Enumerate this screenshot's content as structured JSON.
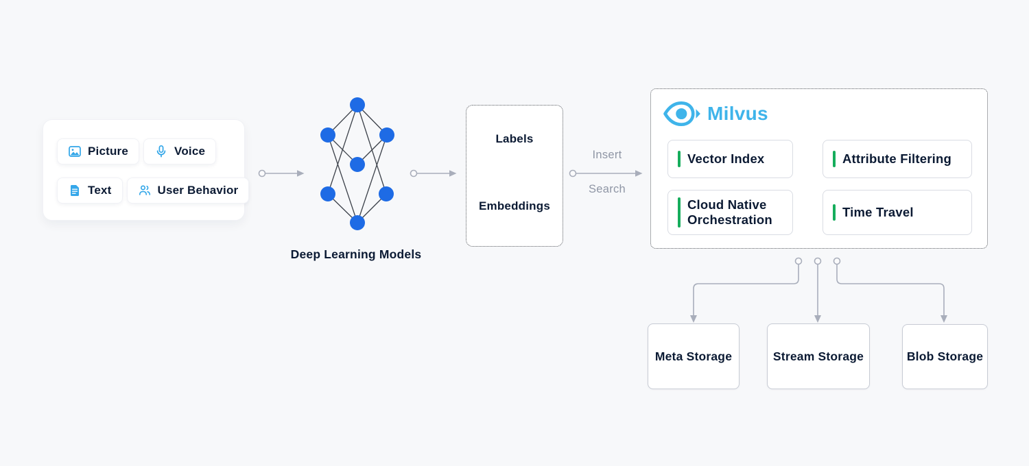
{
  "sources_card": {
    "items": [
      {
        "label": "Picture",
        "icon": "picture-icon"
      },
      {
        "label": "Voice",
        "icon": "voice-icon"
      },
      {
        "label": "Text",
        "icon": "text-icon"
      },
      {
        "label": "User Behavior",
        "icon": "user-behavior-icon"
      }
    ]
  },
  "model": {
    "caption": "Deep Learning Models"
  },
  "outputs": {
    "top": "Labels",
    "bottom": "Embeddings"
  },
  "transfer": {
    "above": "Insert",
    "below": "Search"
  },
  "milvus": {
    "brand": "Milvus",
    "features": [
      "Vector Index",
      "Attribute Filtering",
      "Cloud Native Orchestration",
      "Time Travel"
    ]
  },
  "storage": [
    "Meta Storage",
    "Stream Storage",
    "Blob Storage"
  ],
  "colors": {
    "background": "#F7F8FA",
    "node_blue": "#1E6BE5",
    "icon_blue": "#30A5E8",
    "brand_blue": "#3FB4EA",
    "accent_green": "#16AD5C",
    "text_dark": "#0B1A33",
    "connector_gray": "#A9AEBB",
    "muted_text_gray": "#8F96A5"
  }
}
